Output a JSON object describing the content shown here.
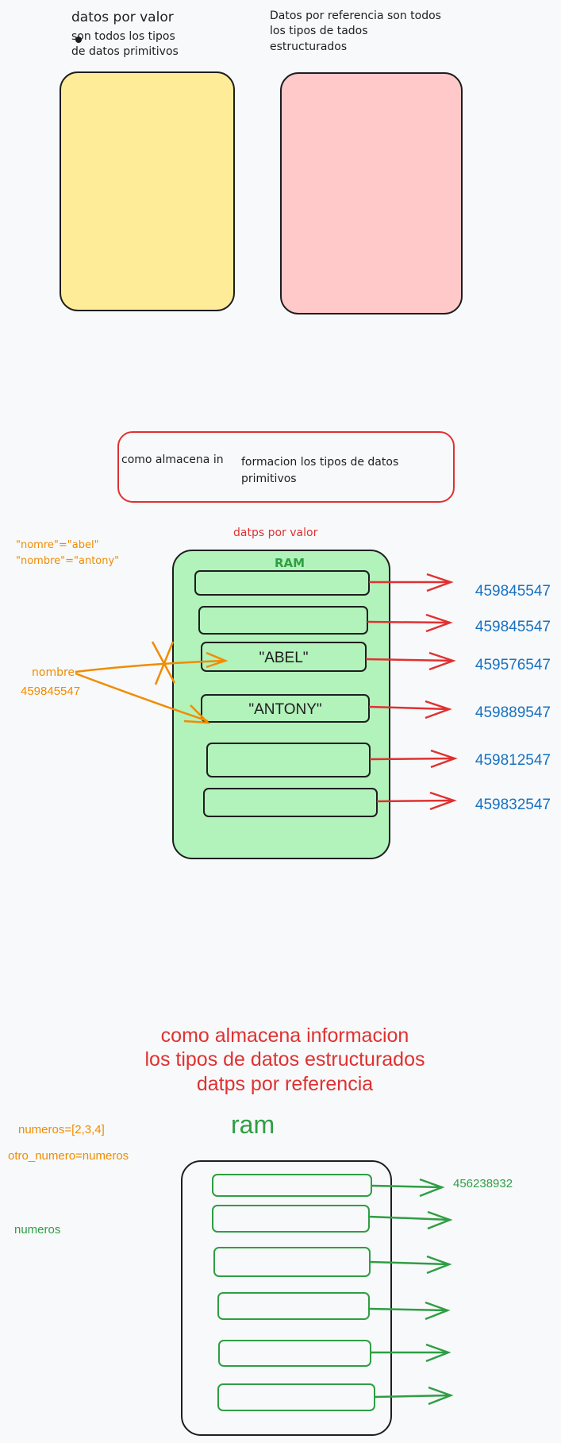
{
  "colors": {
    "background": "#f8f9fa",
    "stroke": "#1e1e1e",
    "yellow_fill": "#ffec99",
    "pink_fill": "#ffc9c9",
    "green_fill": "#b2f2bb",
    "red": "#e03131",
    "green": "#2f9e44",
    "orange": "#f08c00",
    "blue": "#1971c2"
  },
  "section1": {
    "value_title": "datos por valor",
    "value_desc_1": "son todos los tipos",
    "value_desc_2": "de datos primitivos",
    "ref_desc_1": "Datos por referencia son todos",
    "ref_desc_2": "los tipos de tados",
    "ref_desc_3": "estructurados"
  },
  "section2": {
    "box_text_1": "como almacena in",
    "box_text_2": "formacion los tipos de datos",
    "box_text_3": "primitivos",
    "subtitle": "datps por valor",
    "ram_label": "RAM",
    "code_1": "\"nomre\"=\"abel\"",
    "code_2": "\"nombre\"=\"antony\"",
    "var_name": "nombre",
    "var_address": "459845547",
    "slot_values": [
      "",
      "",
      "\"ABEL\"",
      "\"ANTONY\"",
      "",
      ""
    ],
    "addresses": [
      "459845547",
      "459845547",
      "459576547",
      "459889547",
      "459812547",
      "459832547"
    ]
  },
  "section3": {
    "title_1": "como almacena informacion",
    "title_2": "los tipos de datos estructurados",
    "title_3": "datps por referencia",
    "ram_label": "ram",
    "code_1": "numeros=[2,3,4]",
    "code_2": "otro_numero=numeros",
    "var_name": "numeros",
    "address": "456238932"
  }
}
